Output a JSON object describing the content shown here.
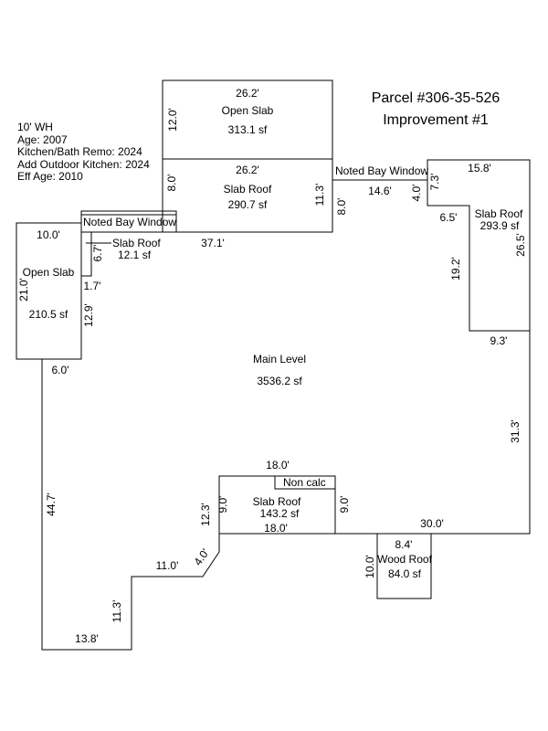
{
  "parcel": {
    "title_line1": "Parcel #306-35-526",
    "title_line2": "Improvement #1"
  },
  "notes": [
    "10' WH",
    "Age: 2007",
    "Kitchen/Bath Remo: 2024",
    "Add Outdoor Kitchen: 2024",
    "Eff Age: 2010"
  ],
  "areas": {
    "open_slab_top": {
      "name": "Open Slab",
      "area": "313.1 sf"
    },
    "slab_roof_top": {
      "name": "Slab Roof",
      "area": "290.7 sf"
    },
    "open_slab_left": {
      "name": "Open Slab",
      "area": "210.5 sf"
    },
    "slab_roof_small": {
      "name": "Slab Roof",
      "area": "12.1 sf"
    },
    "slab_roof_right": {
      "name": "Slab Roof",
      "area": "293.9 sf"
    },
    "main_level": {
      "name": "Main Level",
      "area": "3536.2 sf"
    },
    "slab_roof_bottom": {
      "name": "Slab Roof",
      "area": "143.2 sf"
    },
    "wood_roof": {
      "name": "Wood Roof",
      "area": "84.0 sf"
    }
  },
  "labels": {
    "bay_window_top": "Noted Bay Window",
    "bay_window_left": "Noted Bay Window",
    "non_calc": "Non calc"
  },
  "dimensions": {
    "d_26_2_a": "26.2'",
    "d_12_0": "12.0'",
    "d_26_2_b": "26.2'",
    "d_8_0_a": "8.0'",
    "d_11_3_a": "11.3'",
    "d_8_0_b": "8.0'",
    "d_14_6": "14.6'",
    "d_4_0_a": "4.0'",
    "d_7_3": "7.3'",
    "d_15_8": "15.8'",
    "d_6_5": "6.5'",
    "d_26_5": "26.5'",
    "d_19_2": "19.2'",
    "d_9_3": "9.3'",
    "d_31_3": "31.3'",
    "d_37_1": "37.1'",
    "d_10_0_a": "10.0'",
    "d_6_7": "6.7'",
    "d_21_0": "21.0'",
    "d_1_7": "1.7'",
    "d_12_9": "12.9'",
    "d_6_0": "6.0'",
    "d_44_7": "44.7'",
    "d_18_0_a": "18.0'",
    "d_12_3": "12.3'",
    "d_9_0_a": "9.0'",
    "d_9_0_b": "9.0'",
    "d_18_0_b": "18.0'",
    "d_30_0": "30.0'",
    "d_8_4": "8.4'",
    "d_10_0_b": "10.0'",
    "d_11_0": "11.0'",
    "d_4_0_b": "4.0'",
    "d_11_3_b": "11.3'",
    "d_13_8": "13.8'"
  }
}
